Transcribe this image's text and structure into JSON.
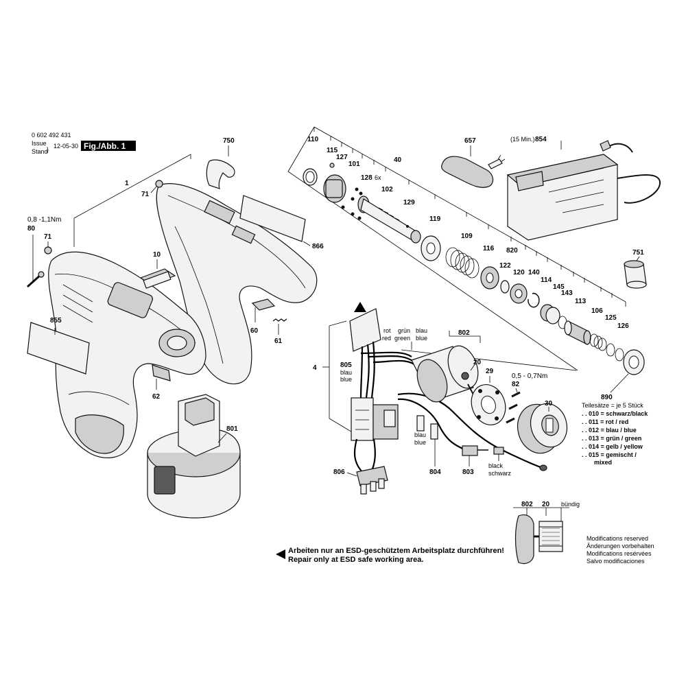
{
  "header": {
    "part_number": "0 602 492 431",
    "issue_label": "Issue",
    "stand_label": "Stand",
    "date": "12-05-30",
    "figure_label": "Fig./Abb. 1"
  },
  "callouts": {
    "c1": "1",
    "c71a": "71",
    "c71b": "71",
    "c80": "80",
    "c80_torque": "0,8 -1,1Nm",
    "c750": "750",
    "c866": "866",
    "c10": "10",
    "c60": "60",
    "c61": "61",
    "c62": "62",
    "c855": "855",
    "c801": "801",
    "c110": "110",
    "c115": "115",
    "c127": "127",
    "c101": "101",
    "c128": "128",
    "c128_qty": "6x",
    "c40": "40",
    "c102": "102",
    "c129": "129",
    "c119": "119",
    "c109": "109",
    "c116": "116",
    "c820": "820",
    "c122": "122",
    "c120": "120",
    "c140": "140",
    "c114": "114",
    "c145": "145",
    "c143": "143",
    "c113": "113",
    "c106": "106",
    "c125": "125",
    "c126": "126",
    "c890": "890",
    "c657": "657",
    "c854": "854",
    "c854_note": "(15 Min.)",
    "c751": "751",
    "c4": "4",
    "c805": "805",
    "c802": "802",
    "c20": "20",
    "c29": "29",
    "c82": "82",
    "c82_torque": "0,5 - 0,7Nm",
    "c30": "30",
    "c806": "806",
    "c804": "804",
    "c803": "803"
  },
  "wire_labels": {
    "rot": "rot",
    "red": "red",
    "gruen": "grün",
    "green": "green",
    "blau": "blau",
    "blue": "blue",
    "blau_805": "blau",
    "blue_805": "blue",
    "blau_804": "blau",
    "blue_804": "blue",
    "black": "black",
    "schwarz": "schwarz"
  },
  "parts_sets": {
    "title": "Teilesätze = je 5 Stück",
    "items": [
      ". . 010 = schwarz/black",
      ". . 011 = rot / red",
      ". . 012 = blau / blue",
      ". . 013 = grün / green",
      ". . 014 = gelb / yellow",
      ". . 015 = gemischt /",
      "mixed"
    ]
  },
  "detail": {
    "c802": "802",
    "c20": "20",
    "flush": "bündig"
  },
  "notes": {
    "modifications": [
      "Modifications reserved",
      "Änderungen vorbehalten",
      "Modifications resérvées",
      "Salvo modificaciones"
    ]
  },
  "warning": {
    "line1": "Arbeiten nur an ESD-geschütztem Arbeitsplatz durchführen!",
    "line2": "Repair only at ESD safe working area."
  },
  "colors": {
    "line": "#000000",
    "part_fill": "#f2f2f2",
    "part_shade": "#cfcfcf",
    "part_dark": "#5a5a5a",
    "figure_badge": "#000000"
  }
}
